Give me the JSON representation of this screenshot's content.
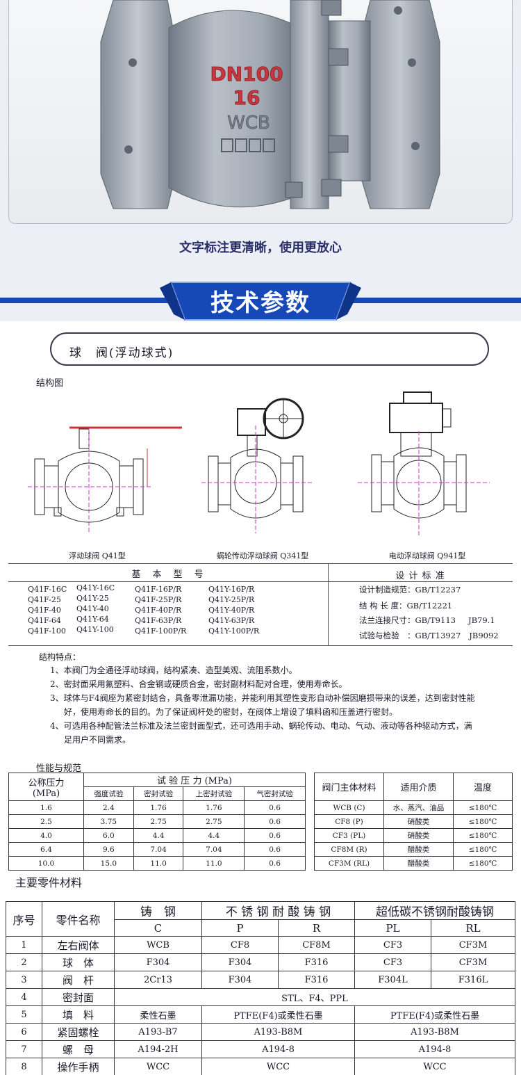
{
  "photo": {
    "body_marks": [
      "DN100",
      "16",
      "WCB"
    ],
    "colors": {
      "body": "#9aa3ad",
      "marking": "#c8353d"
    }
  },
  "caption": "文字标注更清晰，使用更放心",
  "banner": {
    "title": "技术参数",
    "color": "#1648b8"
  },
  "doc": {
    "title": "球　阀(浮动球式)",
    "struct_label": "结构图",
    "figures": [
      {
        "caption": "浮动球阀  Q41型",
        "icon": "handle-ball-valve-drawing"
      },
      {
        "caption": "蜗轮传动浮动球阀  Q341型",
        "icon": "worm-gear-ball-valve-drawing"
      },
      {
        "caption": "电动浮动球阀  Q941型",
        "icon": "electric-ball-valve-drawing"
      }
    ],
    "models": {
      "heading": "基　本　型　号",
      "col1": [
        "Q41F-16C",
        "Q41F-25",
        "Q41F-40",
        "Q41F-64",
        "Q41F-100"
      ],
      "col2": [
        "Q41Y-16C",
        "Q41Y-25",
        "Q41Y-40",
        "Q41Y-64",
        "Q41Y-100"
      ],
      "col3": [
        "Q41F-16P/R",
        "Q41F-25P/R",
        "Q41F-40P/R",
        "Q41F-63P/R",
        "Q41F-100P/R"
      ],
      "col4": [
        "Q41Y-16P/R",
        "Q41Y-25P/R",
        "Q41Y-40P/R",
        "Q41Y-63P/R",
        "Q41Y-100P/R"
      ]
    },
    "standards": {
      "heading": "设 计 标 准",
      "rows": [
        {
          "label": "设计制造规范：",
          "value": "GB/T12237",
          "extra": ""
        },
        {
          "label": "结 构 长 度：",
          "value": "GB/T12221",
          "extra": ""
        },
        {
          "label": "法兰连接尺寸：",
          "value": "GB/T9113",
          "extra": "JB79.1"
        },
        {
          "label": "试验与检验　：",
          "value": "GB/T13927",
          "extra": "JB9092"
        }
      ]
    },
    "features": {
      "heading": "结构特点：",
      "items": [
        "1、本阀门为全通径浮动球阀，结构紧凑、造型美观、流阻系数小。",
        "2、密封面采用氟塑料、合金钢或硬质合金，密封副材料配对合理，使用寿命长。",
        "3、球体与F4阀座为紧密封结合，具备零泄漏功能，并能利用其塑性变形自动补偿因磨损带来的误差，达到密封性能",
        "好，使用寿命长的目的。为了保证阀杆处的密封，在阀体上增设了填料函和压盖进行密封。",
        "4、可选用各种配管法兰标准及法兰密封面型式，还可选用手动、蜗轮传动、电动、气动、液动等各种驱动方式，满",
        "足用户不同需求。"
      ]
    },
    "perf": {
      "heading": "性能与规范",
      "pressure_head": "公称压力",
      "pressure_unit": "(MPa)",
      "test_head": "试 验 压 力 (MPa)",
      "sub_heads": [
        "强度试验",
        "密封试验",
        "上密封试验",
        "气密封试验"
      ],
      "rows": [
        [
          "1.6",
          "2.4",
          "1.76",
          "1.76",
          "0.6"
        ],
        [
          "2.5",
          "3.75",
          "2.75",
          "2.75",
          "0.6"
        ],
        [
          "4.0",
          "6.0",
          "4.4",
          "4.4",
          "0.6"
        ],
        [
          "6.4",
          "9.6",
          "7.04",
          "7.04",
          "0.6"
        ],
        [
          "10.0",
          "15.0",
          "11.0",
          "11.0",
          "0.6"
        ]
      ]
    },
    "medium": {
      "heads": [
        "阀门主体材料",
        "适用介质",
        "温度"
      ],
      "rows": [
        [
          "WCB (C)",
          "水、蒸汽、油品",
          "≤180℃"
        ],
        [
          "CF8 (P)",
          "硝酸类",
          "≤180℃"
        ],
        [
          "CF3 (PL)",
          "硝酸类",
          "≤180℃"
        ],
        [
          "CF8M (R)",
          "醋酸类",
          "≤180℃"
        ],
        [
          "CF3M (RL)",
          "醋酸类",
          "≤180℃"
        ]
      ]
    },
    "materials": {
      "heading": "主要零件材料",
      "h_no": "序号",
      "h_name": "零件名称",
      "h_cast": "铸　钢",
      "h_stainless": "不 锈 钢 耐 酸 铸 钢",
      "h_low": "超低碳不锈钢耐酸铸钢",
      "codes": [
        "C",
        "P",
        "R",
        "PL",
        "RL"
      ],
      "rows": [
        {
          "no": "1",
          "name": "左右阀体",
          "c": "WCB",
          "p": "CF8",
          "r": "CF8M",
          "pl": "CF3",
          "rl": "CF3M"
        },
        {
          "no": "2",
          "name": "球　体",
          "c": "F304",
          "p": "F304",
          "r": "F316",
          "pl": "CF3",
          "rl": "CF3M"
        },
        {
          "no": "3",
          "name": "阀　杆",
          "c": "2Cr13",
          "p": "F304",
          "r": "F316",
          "pl": "F304L",
          "rl": "F316L"
        },
        {
          "no": "4",
          "name": "密封面",
          "span": "STL、F4、PPL"
        },
        {
          "no": "5",
          "name": "填　料",
          "c": "柔性石墨",
          "pr": "PTFE(F4)或柔性石墨",
          "plrl": "PTFE(F4)或柔性石墨"
        },
        {
          "no": "6",
          "name": "紧固螺栓",
          "c": "A193-B7",
          "pr": "A193-B8M",
          "plrl": "A193-B8M"
        },
        {
          "no": "7",
          "name": "螺　母",
          "c": "A194-2H",
          "pr": "A194-8",
          "plrl": "A194-8"
        },
        {
          "no": "8",
          "name": "操作手柄",
          "c": "WCC",
          "pr": "WCC",
          "plrl": "WCC"
        }
      ]
    }
  }
}
